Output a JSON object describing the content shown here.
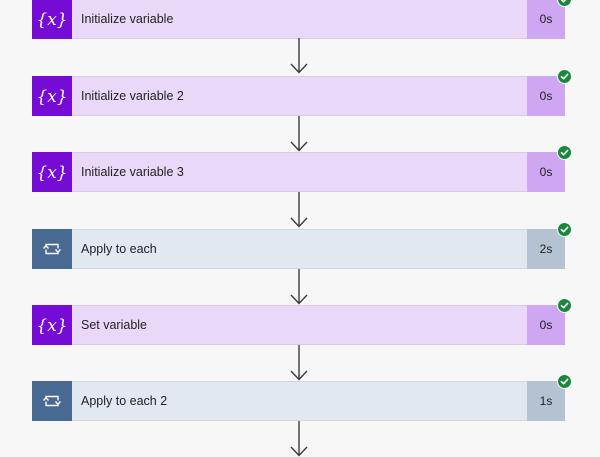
{
  "steps": [
    {
      "label": "Initialize variable",
      "duration": "0s",
      "kind": "variable",
      "icon": "curly-braces-x-icon",
      "status": "succeeded"
    },
    {
      "label": "Initialize variable 2",
      "duration": "0s",
      "kind": "variable",
      "icon": "curly-braces-x-icon",
      "status": "succeeded"
    },
    {
      "label": "Initialize variable 3",
      "duration": "0s",
      "kind": "variable",
      "icon": "curly-braces-x-icon",
      "status": "succeeded"
    },
    {
      "label": "Apply to each",
      "duration": "2s",
      "kind": "loop",
      "icon": "loop-icon",
      "status": "succeeded"
    },
    {
      "label": "Set variable",
      "duration": "0s",
      "kind": "variable",
      "icon": "curly-braces-x-icon",
      "status": "succeeded"
    },
    {
      "label": "Apply to each 2",
      "duration": "1s",
      "kind": "loop",
      "icon": "loop-icon",
      "status": "succeeded"
    }
  ],
  "colors": {
    "variable_tile": "#770bd6",
    "variable_body": "#ead8f8",
    "variable_duration": "#cfa6f1",
    "loop_tile": "#486991",
    "loop_body": "#e2e8ef",
    "loop_duration": "#b5c2d1",
    "success": "#19883c",
    "connector": "#3b3b3b",
    "canvas": "#f7f7f7"
  }
}
